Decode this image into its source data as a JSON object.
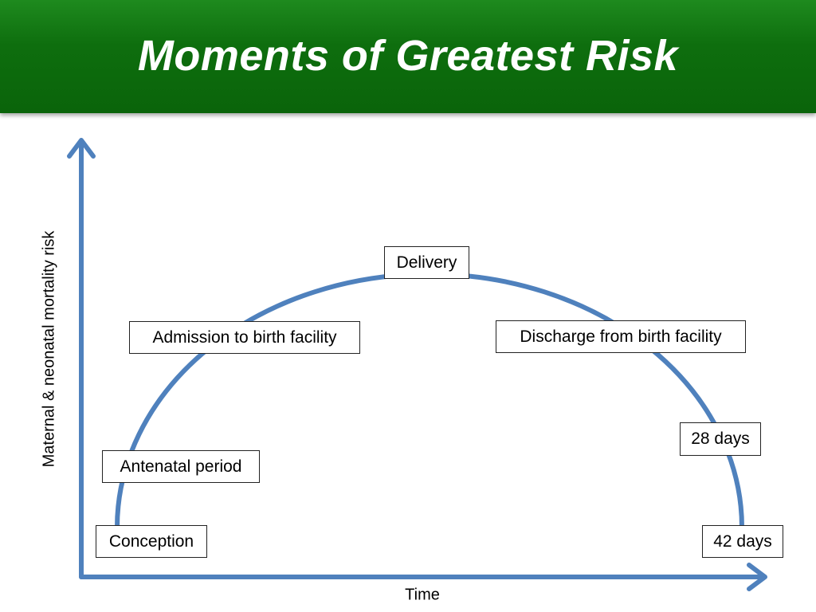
{
  "title": "Moments of Greatest Risk",
  "axes": {
    "y_label": "Maternal & neonatal mortality risk",
    "x_label": "Time"
  },
  "milestones": {
    "conception": "Conception",
    "antenatal": "Antenatal period",
    "admission": "Admission to birth facility",
    "delivery": "Delivery",
    "discharge": "Discharge from birth facility",
    "day28": "28 days",
    "day42": "42 days"
  },
  "colors": {
    "title_bar": "#0e6e0e",
    "title_text": "#ffffff",
    "curve": "#4f81bd",
    "axes": "#4f81bd"
  }
}
